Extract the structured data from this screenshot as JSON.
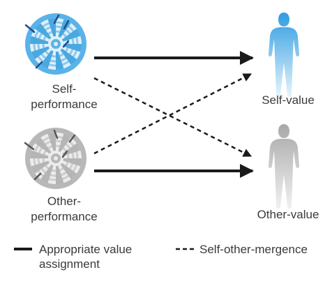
{
  "performers": {
    "self": {
      "line1": "Self-",
      "line2": "performance",
      "color": "#4aa8e0"
    },
    "other": {
      "line1": "Other-",
      "line2": "performance",
      "color": "#b5b5b5"
    }
  },
  "values": {
    "self": {
      "label": "Self-value",
      "color": "#3aa5e6"
    },
    "other": {
      "label": "Other-value",
      "color": "#bdbdbd"
    }
  },
  "legend": {
    "solid": {
      "line1": "Appropriate value",
      "line2": "assignment"
    },
    "dashed": {
      "label": "Self-other-mergence"
    }
  },
  "colors": {
    "arrow": "#1a1a1a",
    "text": "#3a3a3a"
  }
}
